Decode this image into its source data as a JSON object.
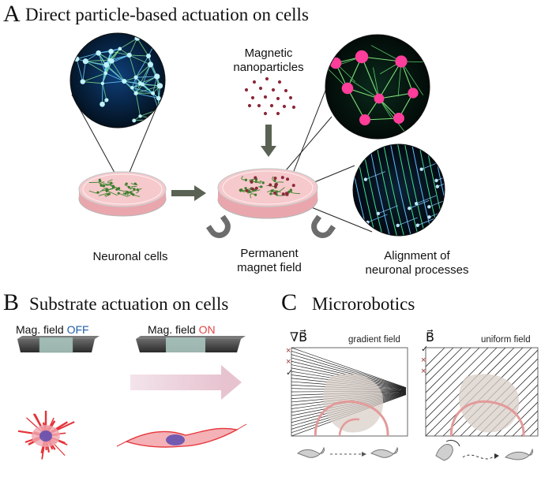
{
  "panel_a": {
    "letter": "A",
    "title": "Direct particle-based actuation on cells",
    "labels": {
      "nanoparticles": [
        "Magnetic",
        "nanoparticles"
      ],
      "neuronal_cells": "Neuronal cells",
      "magnet_field": [
        "Permanent",
        "magnet field"
      ],
      "alignment": [
        "Alignment of",
        "neuronal processes"
      ]
    }
  },
  "panel_b": {
    "letter": "B",
    "title": "Substrate actuation on cells",
    "field_off": {
      "prefix": "Mag. field ",
      "state": "OFF"
    },
    "field_on": {
      "prefix": "Mag. field ",
      "state": "ON"
    }
  },
  "panel_c": {
    "letter": "C",
    "title": "Microrobotics",
    "gradient": {
      "symbol": "∇B⃗",
      "label": "gradient field",
      "marks": [
        "×",
        "×",
        "✓"
      ]
    },
    "uniform": {
      "symbol": "B⃗",
      "label": "uniform field",
      "marks": [
        "✓",
        "×",
        "×"
      ]
    }
  },
  "colors": {
    "dish_pink": "#f6c9cc",
    "neuron_green": "#4f8c3a",
    "particle": "#8b2a3a",
    "arrow_gray": "#5a6353",
    "magnet_gray": "#6c6c6c",
    "off_blue": "#1f5ea8",
    "on_red": "#e04646",
    "cross_red": "#a03434"
  }
}
